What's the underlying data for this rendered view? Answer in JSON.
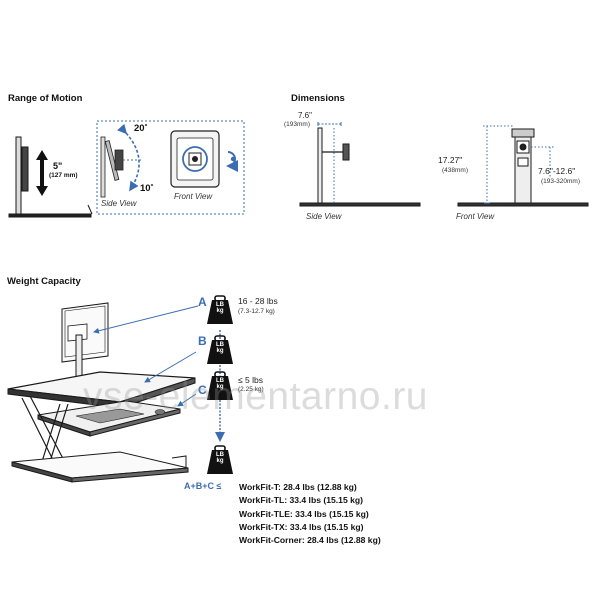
{
  "range_of_motion": {
    "title": "Range of Motion",
    "height_value": "5\"",
    "height_metric": "(127 mm)",
    "tilt_up": "20˚",
    "tilt_down": "10˚",
    "side_view": "Side View",
    "front_view": "Front View"
  },
  "dimensions": {
    "title": "Dimensions",
    "width_value": "7.6\"",
    "width_metric": "(193mm)",
    "side_view": "Side View",
    "height_value": "17.27\"",
    "height_metric": "(438mm)",
    "range_value": "7.6\"-12.6\"",
    "range_metric": "(193-320mm)",
    "front_view": "Front View"
  },
  "weight_capacity": {
    "title": "Weight Capacity",
    "weight_icon_label_top": "LB",
    "weight_icon_label_bottom": "kg",
    "point_a": "A",
    "point_b": "B",
    "point_c": "C",
    "a_range": "16 - 28 lbs",
    "a_metric": "(7.3-12.7 kg)",
    "c_range": "≤ 5 lbs",
    "c_metric": "(2.25 kg)",
    "sum_label": "A+B+C ≤",
    "models": [
      "WorkFit-T: 28.4 lbs (12.88 kg)",
      "WorkFit-TL: 33.4 lbs (15.15 kg)",
      "WorkFit-TLE: 33.4 lbs (15.15 kg)",
      "WorkFit-TX: 33.4 lbs (15.15 kg)",
      "WorkFit-Corner: 28.4 lbs (12.88 kg)"
    ]
  },
  "watermark": "vse-elementarno.ru",
  "colors": {
    "accent": "#3b6db3",
    "line": "#1a1a1a"
  }
}
